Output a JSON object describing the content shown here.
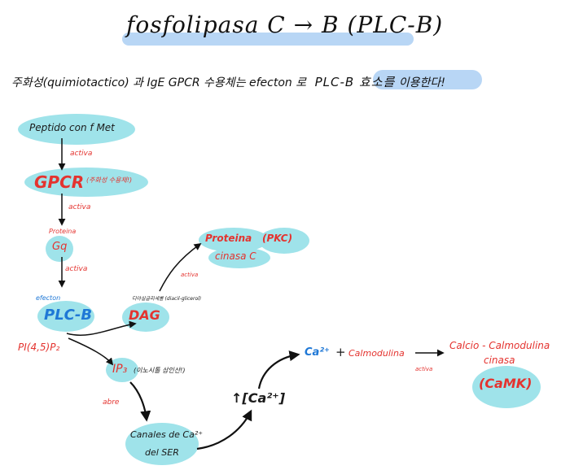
{
  "title": "fosfolipasa C → B (PLC-B)",
  "subtitle": {
    "prefix": "주화성(quimiotactico) 과 IgE  GPCR 수용체는  efecton 로",
    "highlight": "PLC-B 효소를",
    "suffix": "이용한다!"
  },
  "nodes": {
    "peptido": "Peptido con f Met",
    "gpcr": "GPCR",
    "gpcr_note": "(주화성 수용체!)",
    "gq_label": "Proteina",
    "gq": "Gq",
    "plc_label": "efecton",
    "plc": "PLC-B",
    "pip2": "PI(4,5)P₂",
    "dag_label": "디아실글리세롤 (diacil-glicerol)",
    "dag": "DAG",
    "pkc_1": "Proteina",
    "pkc_2": "(PKC)",
    "pkc_3": "cinasa C",
    "ip3": "IP₃",
    "ip3_note": "(이노시톨 삼인산!)",
    "canales_1": "Canales de Ca²⁺",
    "canales_2": "del SER",
    "ca_increase": "↑[Ca²⁺]",
    "ca": "Ca²⁺",
    "plus": "+",
    "calmodulina": "Calmodulina",
    "camk_1": "Calcio - Calmodulina",
    "camk_2": "cinasa",
    "camk_3": "(CaMK)"
  },
  "edges": {
    "activa_1": "activa",
    "activa_2": "activa",
    "activa_3": "activa",
    "activa_dag": "activa",
    "abre": "abre",
    "activa_cam": "activa"
  },
  "colors": {
    "highlight": "#9fe3ea",
    "title_underline": "#b8d6f5",
    "red": "#e4332f",
    "blue": "#1f78d6"
  }
}
